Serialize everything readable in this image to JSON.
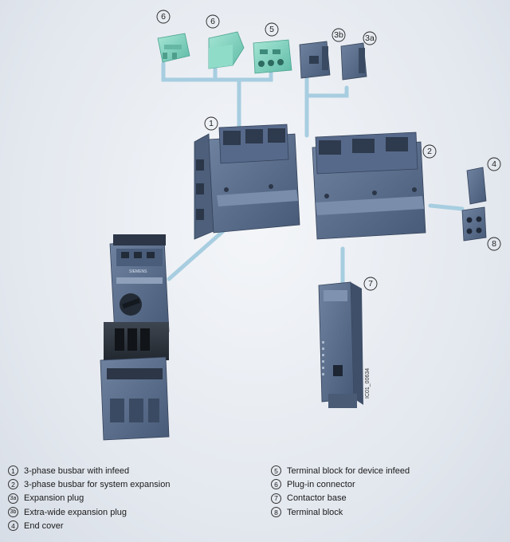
{
  "callouts": {
    "c6a": "6",
    "c6b": "6",
    "c5": "5",
    "c3b": "3b",
    "c3a": "3a",
    "c1": "1",
    "c2": "2",
    "c4": "4",
    "c8": "8",
    "c7": "7"
  },
  "drawing_code": "IC01_00634",
  "brand": "SIEMENS",
  "legend": {
    "left": [
      {
        "num": "1",
        "label": "3-phase busbar with infeed"
      },
      {
        "num": "2",
        "label": "3-phase busbar for system expansion"
      },
      {
        "num": "3a",
        "label": "Expansion plug"
      },
      {
        "num": "3b",
        "label": "Extra-wide expansion plug"
      },
      {
        "num": "4",
        "label": "End cover"
      }
    ],
    "right": [
      {
        "num": "5",
        "label": "Terminal block for device infeed"
      },
      {
        "num": "6",
        "label": "Plug-in connector"
      },
      {
        "num": "7",
        "label": "Contactor base"
      },
      {
        "num": "8",
        "label": "Terminal block"
      }
    ]
  },
  "colors": {
    "device_blue": "#5a6f8c",
    "device_dark": "#3c4d66",
    "connector_green": "#7fd4c1",
    "connector_line": "#a9cfe3",
    "background": "#e6eaf0"
  }
}
